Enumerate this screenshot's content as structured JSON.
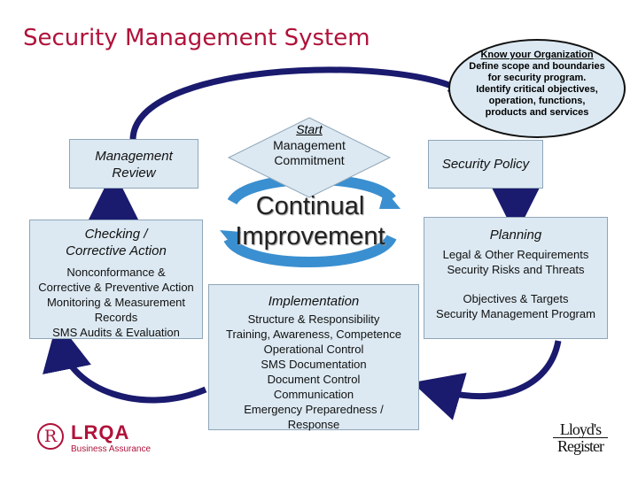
{
  "title": "Security Management System",
  "know": {
    "heading": "Know your Organization",
    "lines": [
      "Define scope and boundaries",
      "for security program.",
      "Identify critical objectives,",
      "operation, functions,",
      "products and services"
    ]
  },
  "start": {
    "label": "Start",
    "lines": [
      "Management",
      "Commitment"
    ]
  },
  "management_review": [
    "Management",
    "Review"
  ],
  "security_policy": "Security Policy",
  "continual": [
    "Continual",
    "Improvement"
  ],
  "checking": {
    "heading": [
      "Checking /",
      "Corrective Action"
    ],
    "lines": [
      "Nonconformance &",
      "Corrective & Preventive Action",
      "Monitoring & Measurement",
      "Records",
      "SMS Audits & Evaluation"
    ]
  },
  "planning": {
    "heading": "Planning",
    "lines1": [
      "Legal & Other Requirements",
      "Security Risks and Threats"
    ],
    "lines2": [
      "Objectives & Targets",
      "Security Management Program"
    ]
  },
  "implementation": {
    "heading": "Implementation",
    "lines": [
      "Structure & Responsibility",
      "Training, Awareness, Competence",
      "Operational Control",
      "SMS Documentation",
      "Document Control",
      "Communication",
      "Emergency Preparedness /",
      "Response"
    ]
  },
  "logos": {
    "lrqa": {
      "mark": "R",
      "name": "LRQA",
      "tagline": "Business Assurance"
    },
    "lloyds": [
      "Lloyd's",
      "Register"
    ]
  },
  "colors": {
    "title": "#b0123a",
    "box_fill": "#dce9f2",
    "arrow": "#1a1a6e",
    "cycle_arrow": "#3a8fd0"
  }
}
